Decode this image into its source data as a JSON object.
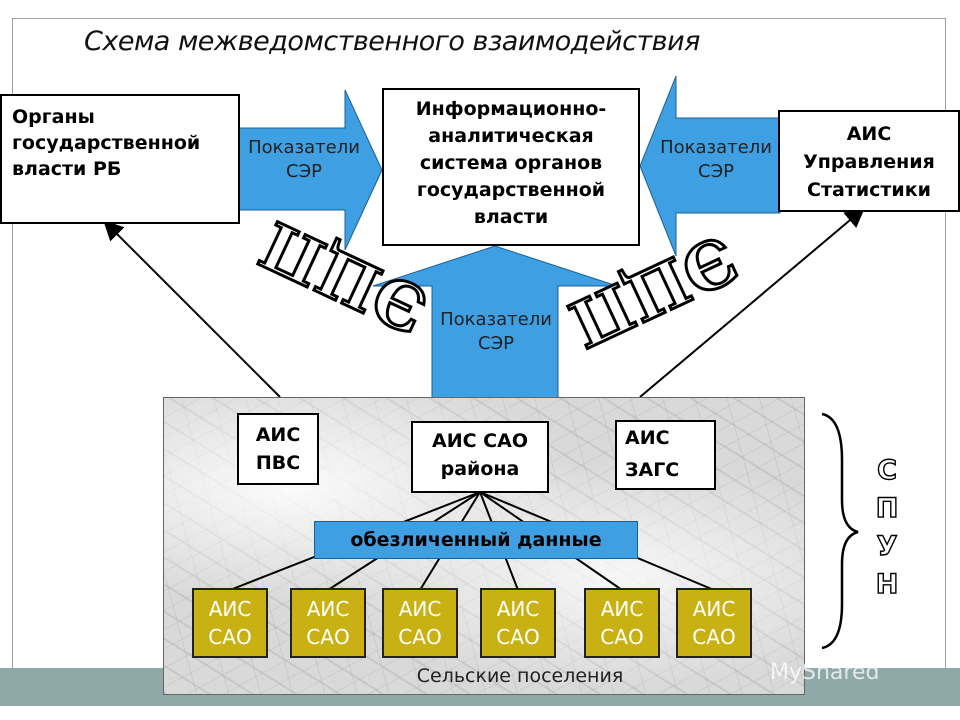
{
  "title": "Схема межведомственного взаимодействия",
  "boxes": {
    "gov_bodies": "Органы\nгосударственной\nвласти РБ",
    "info_system": "Информационно-\nаналитическая\nсистема органов\nгосударственной\nвласти",
    "ais_stats": "АИС\nУправления\nСтатистики",
    "ais_pvs": "АИС\nПВС",
    "ais_sao_district": "АИС САО\nрайона",
    "ais_zags": "АИС\nЗАГС"
  },
  "arrow_labels": {
    "left": "Показатели\nСЭР",
    "right": "Показатели\nСЭР",
    "center": "Показатели\nСЭР"
  },
  "eds_label": "ЭЦП",
  "anonymized_data": "обезличенный данные",
  "ais_sao_items": [
    "АИС\nСАО",
    "АИС\nСАО",
    "АИС\nСАО",
    "АИС\nСАО",
    "АИС\nСАО",
    "АИС\nСАО"
  ],
  "rural_settlements": "Сельские поселения",
  "spun_letters": [
    "С",
    "П",
    "У",
    "Н"
  ],
  "watermark": "MyShared",
  "colors": {
    "arrow_blue": "#3f9fe3",
    "sao_gold": "#c9b113",
    "band_teal": "#8fa9a8"
  }
}
